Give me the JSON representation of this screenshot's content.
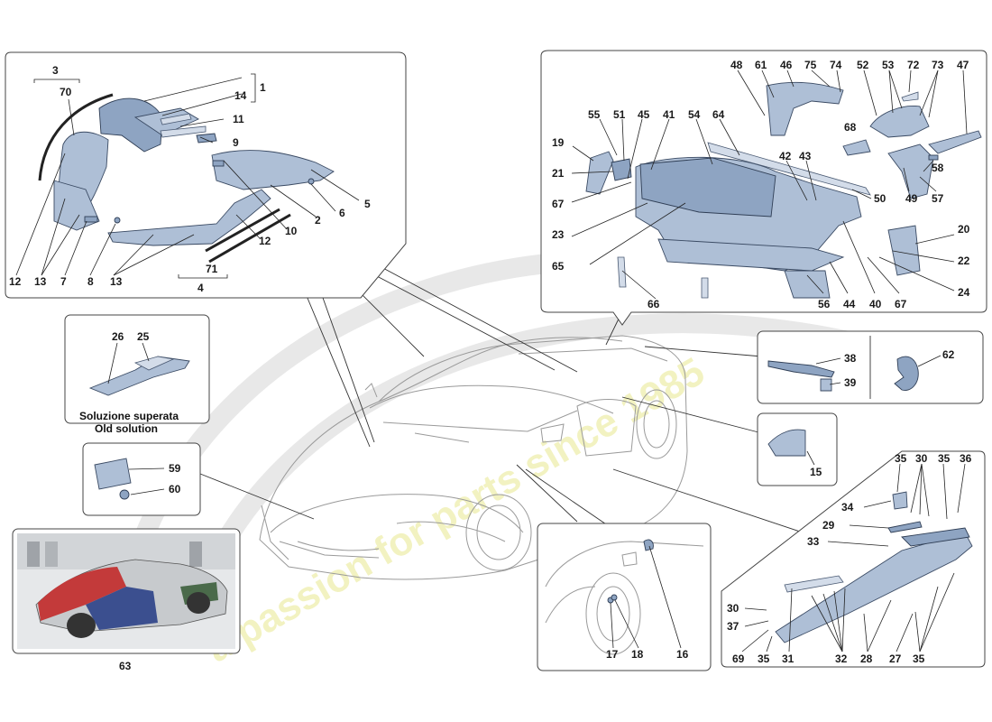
{
  "panels": {
    "top_left": {
      "labels": [
        {
          "id": "3",
          "text": "3"
        },
        {
          "id": "70",
          "text": "70"
        },
        {
          "id": "1",
          "text": "1"
        },
        {
          "id": "14",
          "text": "14"
        },
        {
          "id": "11",
          "text": "11"
        },
        {
          "id": "9",
          "text": "9"
        },
        {
          "id": "5",
          "text": "5"
        },
        {
          "id": "6",
          "text": "6"
        },
        {
          "id": "2",
          "text": "2"
        },
        {
          "id": "10",
          "text": "10"
        },
        {
          "id": "12b",
          "text": "12"
        },
        {
          "id": "71",
          "text": "71"
        },
        {
          "id": "4",
          "text": "4"
        },
        {
          "id": "12a",
          "text": "12"
        },
        {
          "id": "13a",
          "text": "13"
        },
        {
          "id": "7",
          "text": "7"
        },
        {
          "id": "8",
          "text": "8"
        },
        {
          "id": "13b",
          "text": "13"
        }
      ]
    },
    "top_right": {
      "labels": [
        {
          "id": "48",
          "text": "48"
        },
        {
          "id": "61",
          "text": "61"
        },
        {
          "id": "46",
          "text": "46"
        },
        {
          "id": "75",
          "text": "75"
        },
        {
          "id": "74",
          "text": "74"
        },
        {
          "id": "52",
          "text": "52"
        },
        {
          "id": "53",
          "text": "53"
        },
        {
          "id": "72",
          "text": "72"
        },
        {
          "id": "73",
          "text": "73"
        },
        {
          "id": "47",
          "text": "47"
        },
        {
          "id": "55",
          "text": "55"
        },
        {
          "id": "51",
          "text": "51"
        },
        {
          "id": "45",
          "text": "45"
        },
        {
          "id": "41",
          "text": "41"
        },
        {
          "id": "54",
          "text": "54"
        },
        {
          "id": "64",
          "text": "64"
        },
        {
          "id": "68",
          "text": "68"
        },
        {
          "id": "19",
          "text": "19"
        },
        {
          "id": "42",
          "text": "42"
        },
        {
          "id": "43",
          "text": "43"
        },
        {
          "id": "58",
          "text": "58"
        },
        {
          "id": "21",
          "text": "21"
        },
        {
          "id": "49",
          "text": "49"
        },
        {
          "id": "57",
          "text": "57"
        },
        {
          "id": "67a",
          "text": "67"
        },
        {
          "id": "50",
          "text": "50"
        },
        {
          "id": "23",
          "text": "23"
        },
        {
          "id": "20",
          "text": "20"
        },
        {
          "id": "22",
          "text": "22"
        },
        {
          "id": "65",
          "text": "65"
        },
        {
          "id": "24",
          "text": "24"
        },
        {
          "id": "66",
          "text": "66"
        },
        {
          "id": "56",
          "text": "56"
        },
        {
          "id": "44",
          "text": "44"
        },
        {
          "id": "40",
          "text": "40"
        },
        {
          "id": "67b",
          "text": "67"
        }
      ]
    },
    "old_solution": {
      "labels": [
        {
          "id": "26",
          "text": "26"
        },
        {
          "id": "25",
          "text": "25"
        }
      ],
      "caption_line1": "Soluzione superata",
      "caption_line2": "Old solution"
    },
    "badge": {
      "labels": [
        {
          "id": "38",
          "text": "38"
        },
        {
          "id": "39",
          "text": "39"
        },
        {
          "id": "62",
          "text": "62"
        }
      ]
    },
    "vent": {
      "labels": [
        {
          "id": "15",
          "text": "15"
        }
      ]
    },
    "front": {
      "labels": [
        {
          "id": "59",
          "text": "59"
        },
        {
          "id": "60",
          "text": "60"
        }
      ]
    },
    "photo": {
      "labels": [
        {
          "id": "63",
          "text": "63"
        }
      ]
    },
    "mirror": {
      "labels": [
        {
          "id": "17",
          "text": "17"
        },
        {
          "id": "18",
          "text": "18"
        },
        {
          "id": "16",
          "text": "16"
        }
      ]
    },
    "sill": {
      "labels": [
        {
          "id": "35a",
          "text": "35"
        },
        {
          "id": "30a",
          "text": "30"
        },
        {
          "id": "35b",
          "text": "35"
        },
        {
          "id": "36",
          "text": "36"
        },
        {
          "id": "34",
          "text": "34"
        },
        {
          "id": "29",
          "text": "29"
        },
        {
          "id": "33",
          "text": "33"
        },
        {
          "id": "30b",
          "text": "30"
        },
        {
          "id": "37",
          "text": "37"
        },
        {
          "id": "69",
          "text": "69"
        },
        {
          "id": "35c",
          "text": "35"
        },
        {
          "id": "31",
          "text": "31"
        },
        {
          "id": "32",
          "text": "32"
        },
        {
          "id": "28",
          "text": "28"
        },
        {
          "id": "27",
          "text": "27"
        },
        {
          "id": "35d",
          "text": "35"
        }
      ]
    }
  },
  "colors": {
    "part": "#aebfd6",
    "part_dark": "#8ea4c2",
    "outline": "#3a4a63",
    "car_line": "#9a9a9a"
  }
}
